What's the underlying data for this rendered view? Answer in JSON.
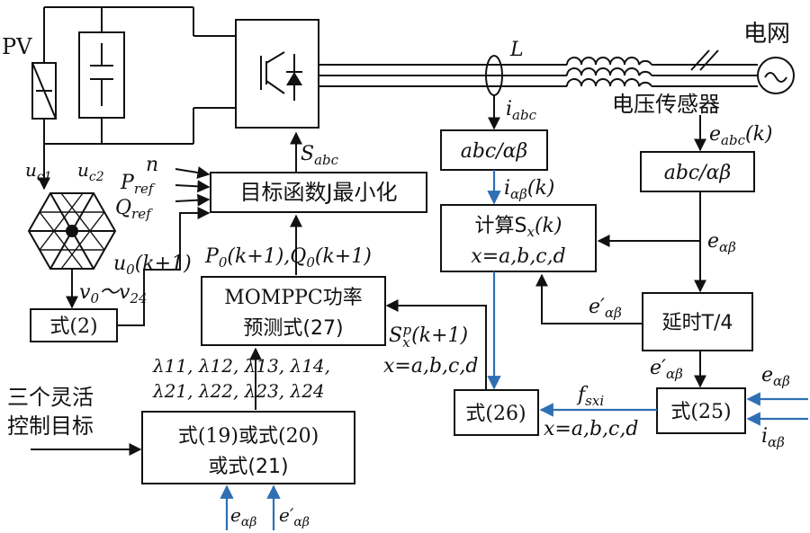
{
  "labels": {
    "pv": "PV",
    "grid": "电网",
    "inductor": "L",
    "voltage_sensor": "电压传感器",
    "s_abc": "S",
    "s_abc_sub": "abc",
    "i_abc": "i",
    "i_abc_sub": "abc",
    "e_abc_k": "e",
    "e_abc_k_sub": "abc",
    "e_abc_k_arg": "(k)",
    "uc1": "u",
    "uc1_sub": "c1",
    "uc2": "u",
    "uc2_sub": "c2",
    "n": "n",
    "pref": "P",
    "pref_sub": "ref",
    "qref": "Q",
    "qref_sub": "ref",
    "u0": "u",
    "u0_sub": "0",
    "u0_arg": "(k+1)",
    "v0": "v",
    "v0_sub": "0",
    "tilde": "～",
    "v24": "v",
    "v24_sub": "24",
    "p0": "P",
    "p0_sub": "0",
    "p0_arg": "(k+1),",
    "q0": "Q",
    "q0_sub": "0",
    "q0_arg": "(k+1)",
    "i_ab": "i",
    "i_ab_sub": "αβ",
    "i_ab_arg": "(k)",
    "e_ab": "e",
    "e_ab_sub": "αβ",
    "ep_ab_1": "e′",
    "ep_ab_1_sub": "αβ",
    "ep_ab_2": "e′",
    "ep_ab_2_sub": "αβ",
    "sxp": "S",
    "sxp_sub": "x",
    "sxp_sup": "p",
    "sxp_arg": "(k+1)",
    "x_abcd_1": "x=a,b,c,d",
    "x_abcd_2": "x=a,b,c,d",
    "fsxi": "f",
    "fsxi_sub": "sxi",
    "e_ab_in": "e",
    "e_ab_in_sub": "αβ",
    "i_ab_in": "i",
    "i_ab_in_sub": "αβ",
    "lambda_row1": "λ11, λ12, λ13, λ14,",
    "lambda_row2": "λ21, λ22, λ23, λ24",
    "three_goals_1": "三个灵活",
    "three_goals_2": "控制目标",
    "bottom_e": "e",
    "bottom_e_sub": "αβ",
    "bottom_ep": "e′",
    "bottom_ep_sub": "αβ"
  },
  "blocks": {
    "objective": "目标函数J最小化",
    "abc_ab_1": "abc/αβ",
    "abc_ab_2": "abc/αβ",
    "calc_1": "计算S",
    "calc_1_sub": "x",
    "calc_1_arg": "(k)",
    "calc_2": "x=a,b,c,d",
    "mompc_1": "MOMPPC功率",
    "mompc_2": "预测式(27)",
    "delay": "延时T/4",
    "eq2": "式(2)",
    "eq26": "式(26)",
    "eq25": "式(25)",
    "eq19_1": "式(19)或式(20)",
    "eq19_2": "或式(21)"
  },
  "colors": {
    "line": "#111111",
    "blue_signal": "#2f6fb3"
  }
}
